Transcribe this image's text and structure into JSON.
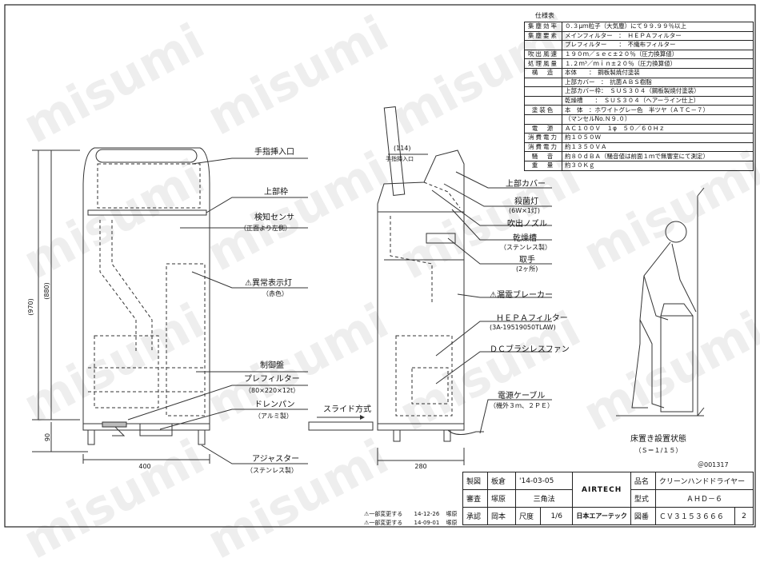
{
  "watermark": "misumi",
  "spec_table": {
    "title": "仕様表",
    "rows": [
      {
        "key": "集塵効率",
        "value": "０.３μｍ粒子（大気塵）にて９９.９９％以上"
      },
      {
        "key": "集塵要素",
        "value": "メインフィルター　：　ＨＥＰＡフィルター"
      },
      {
        "key": "",
        "value": "プレフィルター　　：　不織布フィルター"
      },
      {
        "key": "吹出風速",
        "value": "１９０ｍ／ｓｅｃ±２０％（圧力換算値）"
      },
      {
        "key": "処理風量",
        "value": "１.２ｍ³／ｍｉｎ±２０％（圧力換算値）"
      },
      {
        "key": "構　造",
        "value": "本体　　：　鋼板製焼付塗装"
      },
      {
        "key": "",
        "value": "上部カバー　：　抗菌ＡＢＳ樹脂"
      },
      {
        "key": "",
        "value": "上部カバー枠：　ＳＵＳ３０４（鋼板製焼付塗装）"
      },
      {
        "key": "",
        "value": "乾燥槽　　：　ＳＵＳ３０４（ヘアーライン仕上）"
      },
      {
        "key": "塗装色",
        "value": "本　体　：ホワイトグレー色　半ツヤ（ＡＴＣ－７）"
      },
      {
        "key": "",
        "value": "（マンセルNo.Ｎ９.０）"
      },
      {
        "key": "電　源",
        "value": "ＡＣ１００Ｖ　１φ　５０／６０Ｈｚ"
      },
      {
        "key": "消費電力",
        "value": "約１０５０Ｗ"
      },
      {
        "key": "消費電力",
        "value": "約１３５０ＶＡ"
      },
      {
        "key": "騒　音",
        "value": "約８０ｄＢＡ（騒音値は前面１ｍで無響室にて測定）"
      },
      {
        "key": "重　量",
        "value": "約３０Ｋｇ"
      }
    ]
  },
  "front_view": {
    "labels": {
      "hand_slot": "手指挿入口",
      "top_frame": "上部枠",
      "sensor": "検知センサ",
      "sensor_sub": "（正面より左側）",
      "alarm_lamp": "⚠異常表示灯",
      "alarm_lamp_sub": "（赤色）",
      "control_panel": "制御盤",
      "prefilter": "プレフィルター",
      "prefilter_sub": "（80×220×12t）",
      "drain_pan": "ドレンパン",
      "drain_pan_sub": "（アルミ製）",
      "adjuster": "アジャスター",
      "adjuster_sub": "（ステンレス製）"
    },
    "dims": {
      "height_total": "(970)",
      "height_body": "(880)",
      "height_base": "90",
      "width": "400"
    }
  },
  "side_view": {
    "labels": {
      "slide": "スライド方式",
      "hand_slot_dim": "(114)",
      "hand_slot": "手指挿入口",
      "top_cover": "上部カバー",
      "uv_lamp": "殺菌灯",
      "uv_lamp_sub": "(6W×1灯)",
      "nozzle": "吹出ノズル",
      "dry_tank": "乾燥槽",
      "dry_tank_sub": "（ステンレス製）",
      "handle": "取手",
      "handle_sub": "(2ヶ所)",
      "breaker": "⚠漏電ブレーカー",
      "hepa": "ＨＥＰＡフィルター",
      "hepa_sub": "(3A-19519050TLAW)",
      "fan": "ＤＣブラシレスファン",
      "cable": "電源ケーブル",
      "cable_sub": "（機外３ｍ、２ＰＥ）"
    },
    "dims": {
      "width": "280"
    }
  },
  "install_view": {
    "caption": "床置き設置状態",
    "scale": "（Ｓ＝１/１５）"
  },
  "title_block": {
    "doc_no": "＠001317",
    "rows": [
      {
        "l1": "製図",
        "v1": "板倉",
        "date": "'14-03-05",
        "l2": "品名",
        "v2": "クリーンハンドドライヤー"
      },
      {
        "l1": "審査",
        "v1": "塚原",
        "date": "三角法",
        "l2": "型式",
        "v2": "ＡＨＤ－６"
      },
      {
        "l1": "承認",
        "v1": "岡本",
        "date": "尺度",
        "scale": "1/6",
        "l2": "図番",
        "v2": "ＣＶ３１５３６６６",
        "rev": "2"
      }
    ],
    "logo1": "AIRTECH",
    "logo2": "日本エアーテック",
    "revisions": [
      {
        "mark": "⚠",
        "text": "一部変更する",
        "date": "14-12-26",
        "by": "塚原"
      },
      {
        "mark": "⚠",
        "text": "一部変更する",
        "date": "14-09-01",
        "by": "塚原"
      }
    ]
  }
}
